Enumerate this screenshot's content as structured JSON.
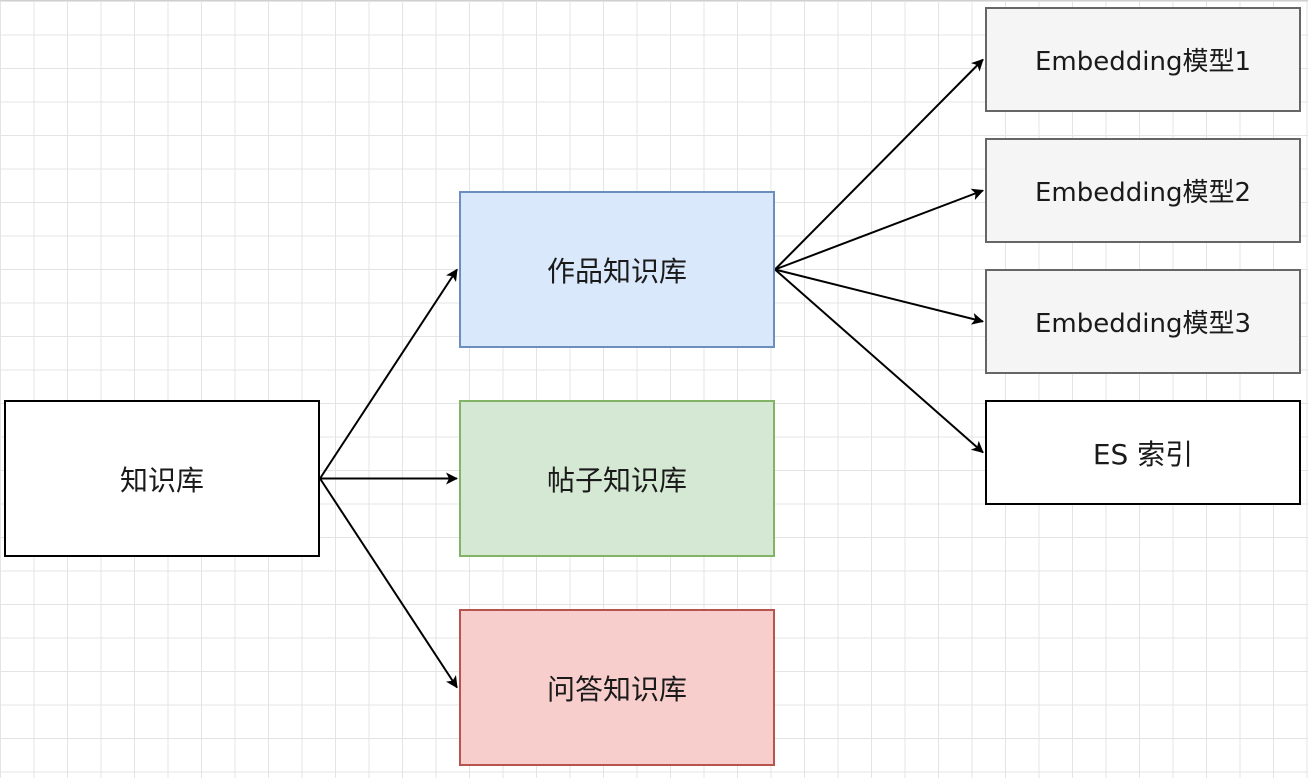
{
  "diagram": {
    "nodes": [
      {
        "id": "root",
        "label": "知识库",
        "fill": "#ffffff",
        "stroke": "#000000"
      },
      {
        "id": "works",
        "label": "作品知识库",
        "fill": "#dae8fc",
        "stroke": "#6c8ebf"
      },
      {
        "id": "posts",
        "label": "帖子知识库",
        "fill": "#d5e8d4",
        "stroke": "#82b366"
      },
      {
        "id": "qa",
        "label": "问答知识库",
        "fill": "#f8cecc",
        "stroke": "#b85450"
      },
      {
        "id": "emb1",
        "label": "Embedding模型1",
        "fill": "#f5f5f5",
        "stroke": "#666666"
      },
      {
        "id": "emb2",
        "label": "Embedding模型2",
        "fill": "#f5f5f5",
        "stroke": "#666666"
      },
      {
        "id": "emb3",
        "label": "Embedding模型3",
        "fill": "#f5f5f5",
        "stroke": "#666666"
      },
      {
        "id": "es",
        "label": "ES 索引",
        "fill": "#ffffff",
        "stroke": "#000000"
      }
    ],
    "edges": [
      {
        "from": "root",
        "to": "works"
      },
      {
        "from": "root",
        "to": "posts"
      },
      {
        "from": "root",
        "to": "qa"
      },
      {
        "from": "works",
        "to": "emb1"
      },
      {
        "from": "works",
        "to": "emb2"
      },
      {
        "from": "works",
        "to": "emb3"
      },
      {
        "from": "works",
        "to": "es"
      }
    ]
  }
}
